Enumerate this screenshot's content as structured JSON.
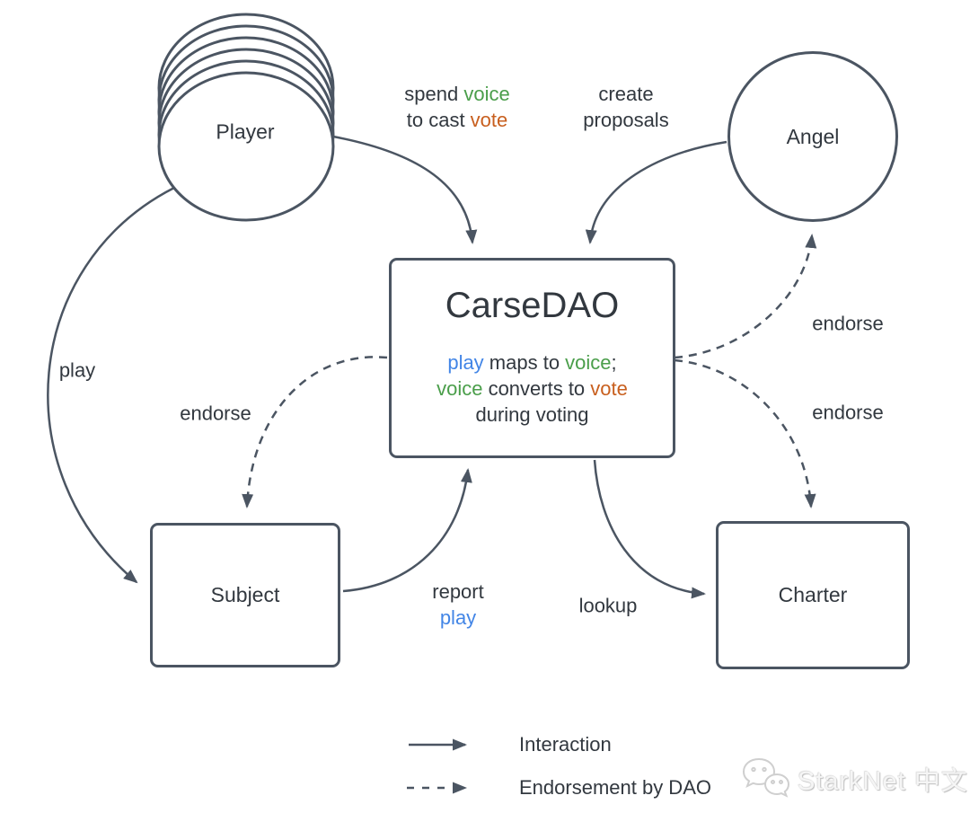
{
  "colors": {
    "stroke": "#4b5562",
    "ink": "#32383f",
    "green": "#4a9e4a",
    "orange": "#c85f1e",
    "blue": "#4285e6",
    "watermark": "#cfcfcf"
  },
  "nodes": {
    "player": {
      "label": "Player"
    },
    "angel": {
      "label": "Angel"
    },
    "subject": {
      "label": "Subject"
    },
    "charter": {
      "label": "Charter"
    },
    "carsedao": {
      "title": "CarseDAO",
      "line1": {
        "play": "play",
        "mid": " maps to ",
        "voice": "voice",
        "end": ";"
      },
      "line2": {
        "voice": "voice",
        "mid": " converts to ",
        "vote": "vote"
      },
      "line3": "during voting"
    }
  },
  "edges": {
    "spend_vote": {
      "l1a": "spend ",
      "l1b": "voice",
      "l2a": "to cast ",
      "l2b": "vote"
    },
    "create_proposals": {
      "l1": "create",
      "l2": "proposals"
    },
    "play": {
      "label": "play"
    },
    "endorse_left": {
      "label": "endorse"
    },
    "endorse_angel": {
      "label": "endorse"
    },
    "endorse_charter": {
      "label": "endorse"
    },
    "report_play": {
      "l1": "report",
      "l2": "play"
    },
    "lookup": {
      "label": "lookup"
    }
  },
  "legend": {
    "interaction": "Interaction",
    "endorsement": "Endorsement by DAO"
  },
  "watermark": {
    "text": "StarkNet 中文"
  }
}
